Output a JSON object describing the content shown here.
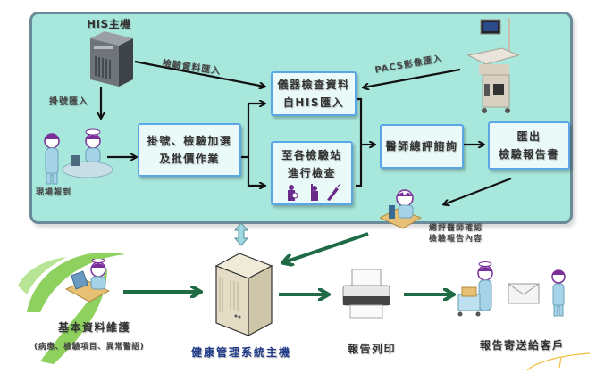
{
  "colors": {
    "panel_fill": "#a8e8dc",
    "panel_border": "#6a8c9a",
    "box_border": "#5aa6e6",
    "box_fill": "#eafaf8",
    "flow_arrow_green": "#1e6b45",
    "system_title_blue": "#1f3a8a",
    "swoosh_green": "#7ac943"
  },
  "his_system": {
    "label": "HIS主機",
    "import_exam_data_label": "檢驗資料匯入",
    "import_registration_label": "掛號匯入",
    "pacs_import_label": "PACS影像匯入",
    "walk_in_label": "現場報到"
  },
  "process_boxes": {
    "registration": {
      "line1": "掛號、檢驗加選",
      "line2": "及批價作業"
    },
    "instrument_data": {
      "line1": "儀器檢查資料",
      "line2": "自HIS匯入"
    },
    "stations": {
      "line1": "至各檢驗站",
      "line2": "進行檢查"
    },
    "consult": {
      "line1": "醫師總評諮詢"
    },
    "export": {
      "line1": "匯出",
      "line2": "檢驗報告書"
    }
  },
  "doctor_confirm": {
    "line1": "總評醫師確認",
    "line2": "檢驗報告內容"
  },
  "bottom_flow": {
    "maintenance_title": "基本資料維護",
    "maintenance_sub": "(病患、檢驗項目、異常警語)",
    "server_title": "健康管理系統主機",
    "print_label": "報告列印",
    "mail_label": "報告寄送給客戶"
  }
}
